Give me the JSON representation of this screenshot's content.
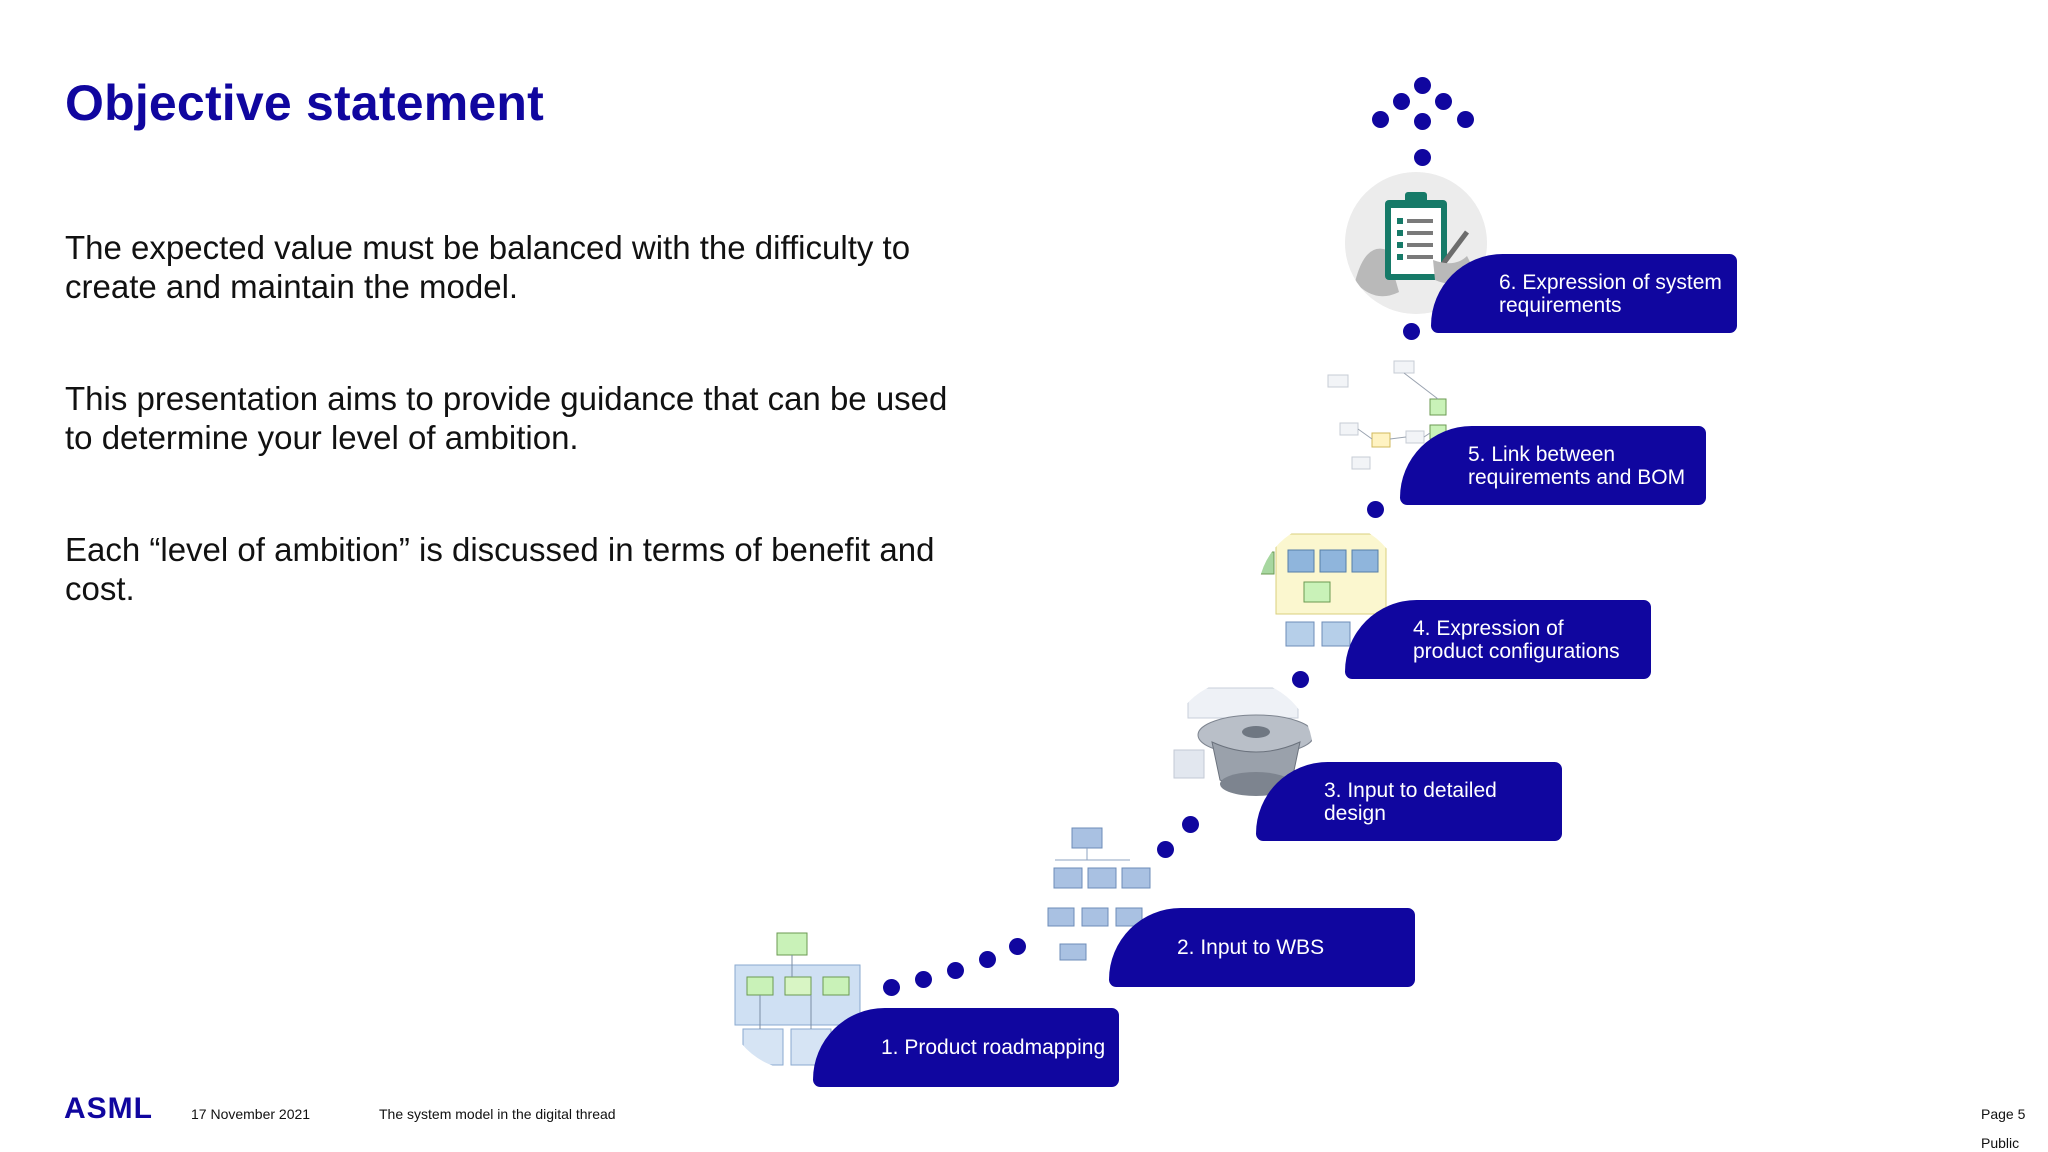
{
  "slide": {
    "title": "Objective statement",
    "paragraphs": [
      "The expected value must be balanced with the difficulty to create and maintain the model.",
      "This presentation aims to provide guidance that can be used to determine your level of ambition.",
      "Each “level of ambition” is discussed in terms of benefit and cost."
    ]
  },
  "steps": [
    {
      "label": "1. Product roadmapping",
      "icon": "architecture-diagram-thumbnail"
    },
    {
      "label": "2. Input to WBS",
      "icon": "wbs-tree-thumbnail"
    },
    {
      "label": "3. Input to detailed\ndesign",
      "icon": "mechanical-part-thumbnail"
    },
    {
      "label": "4. Expression of\nproduct configurations",
      "icon": "configuration-diagram-thumbnail"
    },
    {
      "label": "5. Link between\nrequirements and BOM",
      "icon": "requirements-graph-thumbnail"
    },
    {
      "label": "6. Expression of system\nrequirements",
      "icon": "clipboard-checklist-icon"
    }
  ],
  "footer": {
    "logo": "ASML",
    "date": "17 November 2021",
    "subtitle": "The system model in the digital thread",
    "page": "Page 5",
    "classification": "Public"
  },
  "colors": {
    "accent": "#10069f",
    "text": "#111111",
    "background": "#ffffff"
  }
}
